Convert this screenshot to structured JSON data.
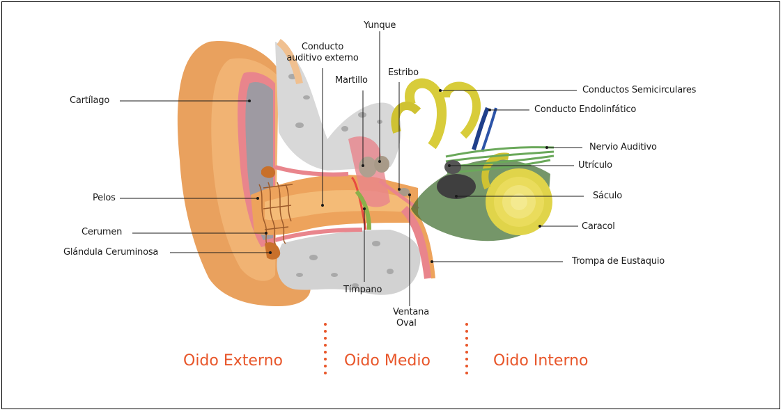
{
  "labels": {
    "yunque": "Yunque",
    "conducto_auditivo_externo_1": "Conducto",
    "conducto_auditivo_externo_2": "auditivo externo",
    "martillo": "Martillo",
    "estribo": "Estribo",
    "cartilago": "Cartílago",
    "pelos": "Pelos",
    "cerumen": "Cerumen",
    "glandula_ceruminosa": "Glándula Ceruminosa",
    "timpano": "Tímpano",
    "ventana_oval_1": "Ventana",
    "ventana_oval_2": "Oval",
    "conductos_semicirculares": "Conductos Semicirculares",
    "conducto_endolinfatico": "Conducto Endolinfático",
    "nervio_auditivo": "Nervio Auditivo",
    "utriculo": "Utrículo",
    "saculo": "Sáculo",
    "caracol": "Caracol",
    "trompa_de_eustaquio": "Trompa de Eustaquio"
  },
  "regions": {
    "externo": "Oido Externo",
    "medio": "Oido Medio",
    "interno": "Oido Interno"
  },
  "colors": {
    "region_text": "#e8562a",
    "divider": "#e8562a",
    "skin": "#e9a15e",
    "canal": "#eda35c",
    "bone": "#cfcfcf",
    "pink": "#ea9aa0",
    "cochlea": "#d8cc3a",
    "nerve": "#6aa85a",
    "endolymphatic": "#1f3f8a"
  }
}
